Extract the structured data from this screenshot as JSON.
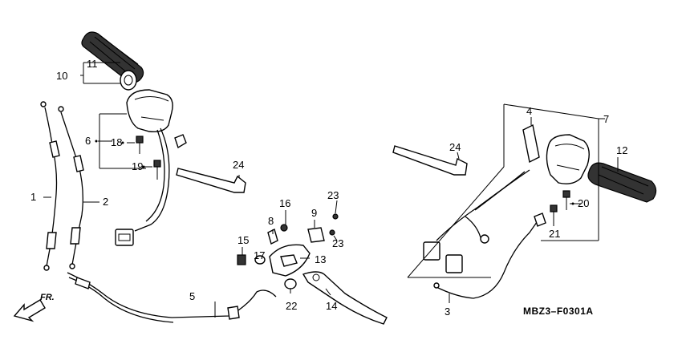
{
  "callouts": {
    "c1": "1",
    "c2": "2",
    "c3": "3",
    "c4": "4",
    "c5": "5",
    "c6": "6",
    "c7": "7",
    "c8": "8",
    "c9": "9",
    "c10": "10",
    "c11": "11",
    "c12": "12",
    "c13": "13",
    "c14": "14",
    "c15": "15",
    "c16": "16",
    "c17": "17",
    "c18": "18",
    "c19": "19",
    "c20": "20",
    "c21": "21",
    "c22": "22",
    "c23a": "23",
    "c23b": "23",
    "c24a": "24",
    "c24b": "24"
  },
  "direction_label": "FR.",
  "diagram_code": "MBZ3–F0301A"
}
